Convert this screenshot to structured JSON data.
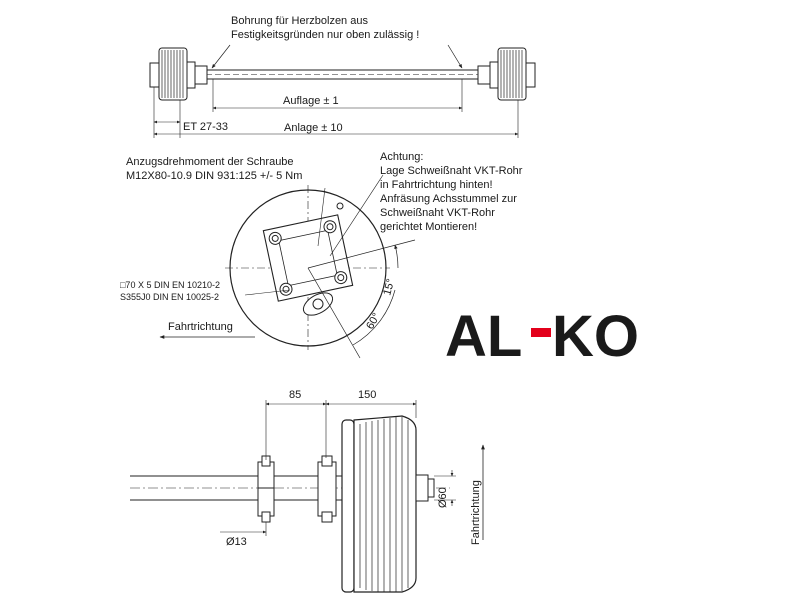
{
  "top_view": {
    "note_line1": "Bohrung für Herzbolzen aus",
    "note_line2": "Festigkeitsgründen nur oben zulässig !",
    "dim_auflage": "Auflage   ±  1",
    "dim_anlage": "Anlage   ±  10",
    "dim_et": "ET 27-33"
  },
  "side_view": {
    "torque_line1": "Anzugsdrehmoment der Schraube",
    "torque_line2": "M12X80-10.9 DIN 931:125 +/- 5 Nm",
    "caution_line1": "Achtung:",
    "caution_line2": "Lage Schweißnaht VKT-Rohr",
    "caution_line3": "in Fahrtrichtung hinten!",
    "caution_line4": "Anfräsung Achsstummel zur",
    "caution_line5": "Schweißnaht VKT-Rohr",
    "caution_line6": "gerichtet Montieren!",
    "profile_line1": "□70 X 5 DIN EN 10210-2",
    "profile_line2": "S355J0 DIN EN 10025-2",
    "angle_15": "15°",
    "angle_60": "60°",
    "direction_label": "Fahrtrichtung"
  },
  "front_view": {
    "dim_85": "85",
    "dim_150": "150",
    "dim_d60": "Ø60",
    "dim_d13": "Ø13",
    "direction_label": "Fahrtrichtung"
  },
  "logo": {
    "text_al": "AL",
    "text_ko": "KO",
    "color": "#e3001b"
  }
}
